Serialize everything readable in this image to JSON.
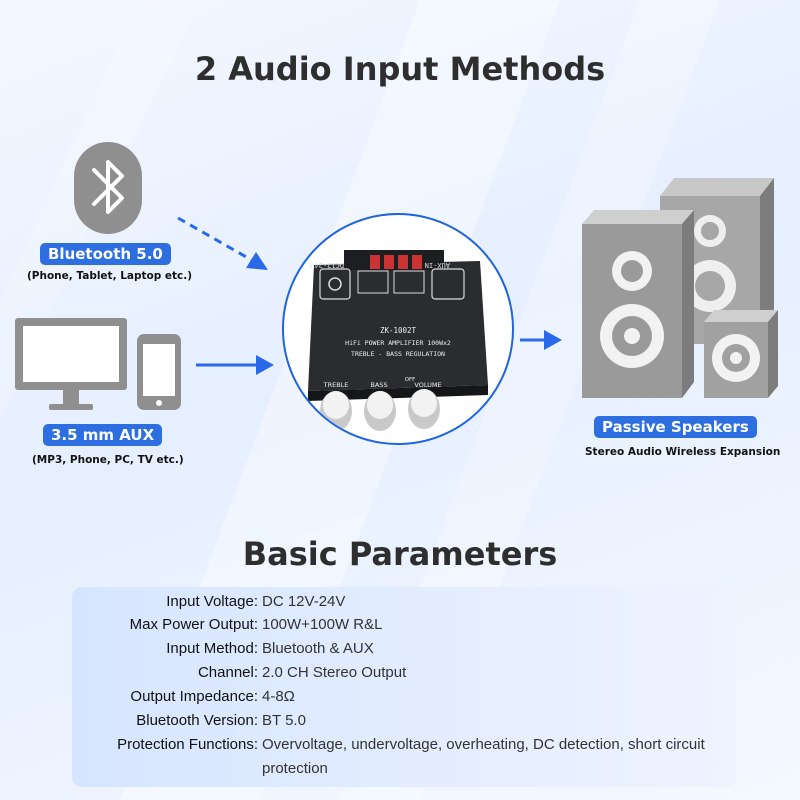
{
  "titles": {
    "main": "2 Audio Input Methods",
    "params": "Basic Parameters"
  },
  "inputs": {
    "bluetooth": {
      "label": "Bluetooth 5.0",
      "sub": "(Phone, Tablet, Laptop etc.)",
      "icon": "bluetooth-icon"
    },
    "aux": {
      "label": "3.5 mm AUX",
      "sub": "(MP3, Phone, PC, TV etc.)",
      "icon": "monitor-phone-icon"
    }
  },
  "device": {
    "model": "ZK-1002T",
    "line1": "HiFi POWER AMPLIFIER 100Wx2",
    "line2": "TREBLE - BASS REGULATION",
    "knob_treble": "TREBLE",
    "knob_bass": "BASS",
    "knob_volume": "VOLUME",
    "off": "OFF",
    "port_power": "DC12-24V",
    "port_aux": "AUX-IN"
  },
  "output": {
    "label": "Passive Speakers",
    "sub": "Stereo Audio Wireless Expansion",
    "icon": "speakers-icon"
  },
  "parameters": [
    {
      "key": "Input Voltage:",
      "value": "DC 12V-24V"
    },
    {
      "key": "Max Power Output:",
      "value": "100W+100W R&L"
    },
    {
      "key": "Input Method:",
      "value": "Bluetooth & AUX"
    },
    {
      "key": "Channel:",
      "value": "2.0 CH Stereo Output"
    },
    {
      "key": "Output Impedance:",
      "value": "4-8Ω"
    },
    {
      "key": "Bluetooth Version:",
      "value": "BT 5.0"
    },
    {
      "key": "Protection Functions:",
      "value": "Overvoltage, undervoltage, overheating, DC detection, short circuit protection"
    }
  ],
  "colors": {
    "accent": "#2d6fe0",
    "arrow": "#2a6ae8",
    "speaker": "#9a9a9a"
  }
}
